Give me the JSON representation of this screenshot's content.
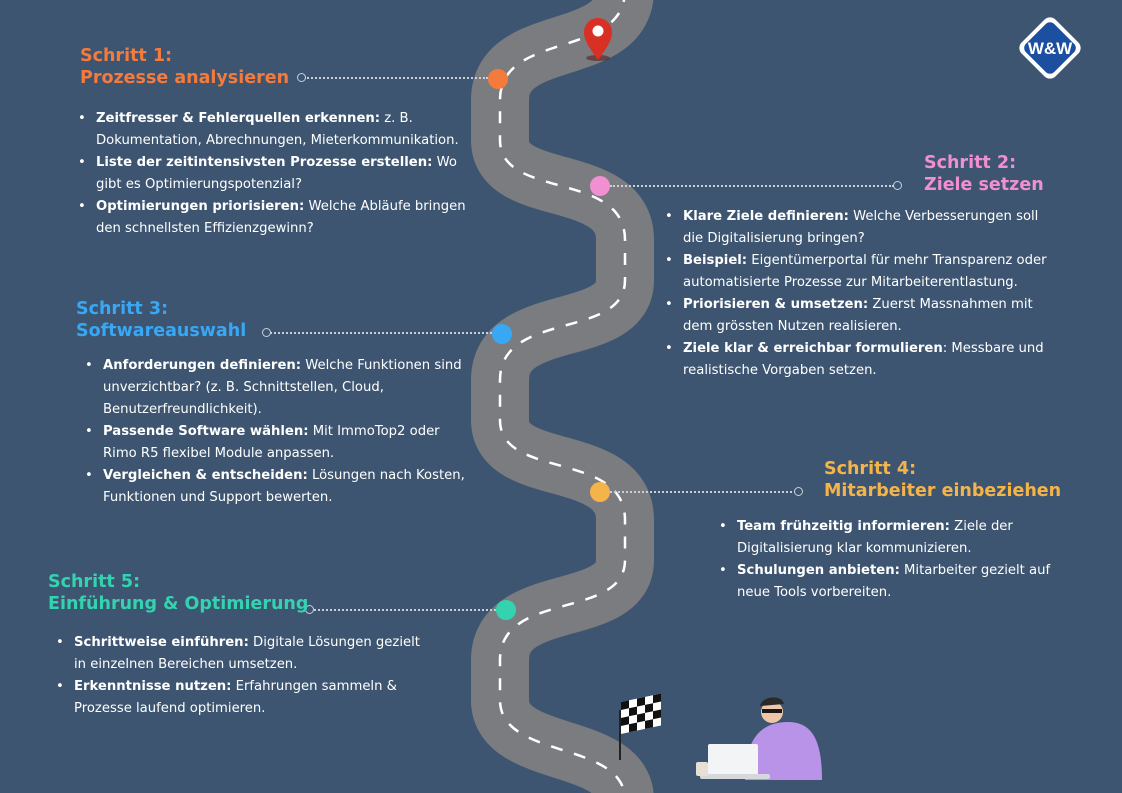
{
  "logo": {
    "text": "W&W",
    "color": "#1d4fa0"
  },
  "colors": {
    "background": "#3d5570",
    "road": "#7b7c80",
    "road_lines": "#ffffff",
    "pin": "#d93025"
  },
  "steps": [
    {
      "label": "Schritt 1:",
      "title": "Prozesse analysieren",
      "color": "#f47b3c",
      "bullets": [
        {
          "bold": "Zeitfresser & Fehlerquellen erkennen:",
          "text": " z. B. Dokumentation, Abrechnungen, Mieterkommunikation."
        },
        {
          "bold": "Liste der zeitintensivsten Prozesse erstellen:",
          "text": " Wo gibt es Optimierungspotenzial?"
        },
        {
          "bold": "Optimierungen priorisieren:",
          "text": " Welche Abläufe bringen den schnellsten Effizienzgewinn?"
        }
      ]
    },
    {
      "label": "Schritt 2:",
      "title": "Ziele setzen",
      "color": "#f28fd0",
      "bullets": [
        {
          "bold": "Klare Ziele definieren:",
          "text": " Welche Verbesserungen soll die Digitalisierung bringen?"
        },
        {
          "bold": "Beispiel:",
          "text": " Eigentümerportal für mehr Transparenz oder automatisierte Prozesse zur Mitarbeiterentlastung."
        },
        {
          "bold": "Priorisieren & umsetzen:",
          "text": " Zuerst Massnahmen mit dem grössten Nutzen realisieren."
        },
        {
          "bold": "Ziele klar & erreichbar formulieren",
          "text": ": Messbare und realistische Vorgaben setzen."
        }
      ]
    },
    {
      "label": "Schritt 3:",
      "title": "Softwareauswahl",
      "color": "#38a8f5",
      "bullets": [
        {
          "bold": "Anforderungen definieren:",
          "text": " Welche Funktionen sind unverzichtbar? (z. B. Schnittstellen, Cloud, Benutzerfreundlichkeit)."
        },
        {
          "bold": "Passende Software wählen:",
          "text": " Mit ImmoTop2 oder Rimo R5 flexibel Module anpassen."
        },
        {
          "bold": "Vergleichen & entscheiden:",
          "text": " Lösungen nach Kosten, Funktionen und Support bewerten."
        }
      ]
    },
    {
      "label": "Schritt 4:",
      "title": "Mitarbeiter einbeziehen",
      "color": "#f5b44a",
      "bullets": [
        {
          "bold": "Team frühzeitig informieren:",
          "text": " Ziele der Digitalisierung klar kommunizieren."
        },
        {
          "bold": "Schulungen anbieten:",
          "text": " Mitarbeiter gezielt auf neue Tools vorbereiten."
        }
      ]
    },
    {
      "label": "Schritt 5:",
      "title": "Einführung & Optimierung",
      "color": "#34d3b0",
      "bullets": [
        {
          "bold": "Schrittweise einführen:",
          "text": " Digitale Lösungen gezielt in einzelnen Bereichen umsetzen."
        },
        {
          "bold": "Erkenntnisse nutzen:",
          "text": " Erfahrungen sammeln & Prozesse laufend optimieren."
        }
      ]
    }
  ]
}
